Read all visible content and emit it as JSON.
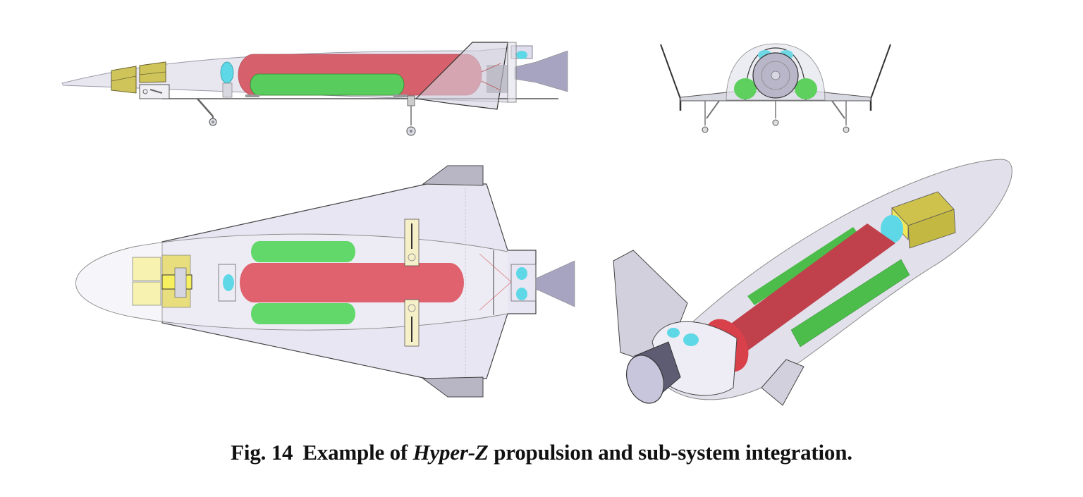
{
  "figure": {
    "number": "Fig. 14",
    "caption_prefix": "Example of ",
    "caption_italic": "Hyper-Z",
    "caption_suffix": " propulsion and sub-system integration."
  },
  "views": [
    {
      "id": "side",
      "description_name": "side-view"
    },
    {
      "id": "front",
      "description_name": "front-view"
    },
    {
      "id": "top",
      "description_name": "top-view"
    },
    {
      "id": "iso",
      "description_name": "isometric-view"
    }
  ],
  "colors": {
    "fuselage": "#e6e4f0",
    "fuselage_stroke": "#555566",
    "main_tank": "#e0606a",
    "main_tank_iso": "#c0404c",
    "side_tank": "#5dd46a",
    "side_tank_iso": "#4cbc4a",
    "avionics": "#e8df8a",
    "avionics_light": "#f8f2b8",
    "avionics_iso": "#c9be4a",
    "pressurant": "#5ed8e6",
    "nozzle": "#a6a4c0",
    "fin": "#b8b6c4"
  }
}
